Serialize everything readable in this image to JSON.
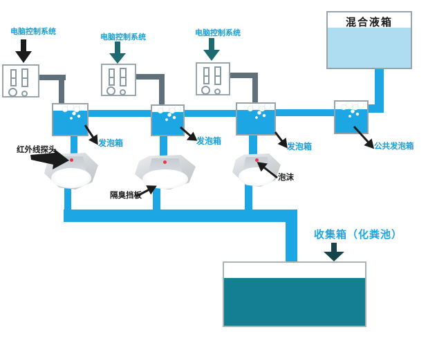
{
  "labels": {
    "computer_control_system": "电脑控制系统",
    "mixing_tank": "混合液箱",
    "foaming_box": "发泡箱",
    "public_foaming_box": "公共发泡箱",
    "infrared_sensor": "红外线探头",
    "odor_baffle": "隔臭挡板",
    "foam": "泡沫",
    "collection_tank": "收集箱（化粪池）"
  },
  "colors": {
    "pipe_blue": "#1ca6e3",
    "mixing_liquid_light_blue": "#aedcf1",
    "collection_liquid_teal": "#147e92",
    "pipe_gray": "#5f707a",
    "label_blue": "#189fd8",
    "arrow_teal": "#1d6b70",
    "arrow_black": "#1b1b1b",
    "sensor_red": "#e8334a"
  }
}
